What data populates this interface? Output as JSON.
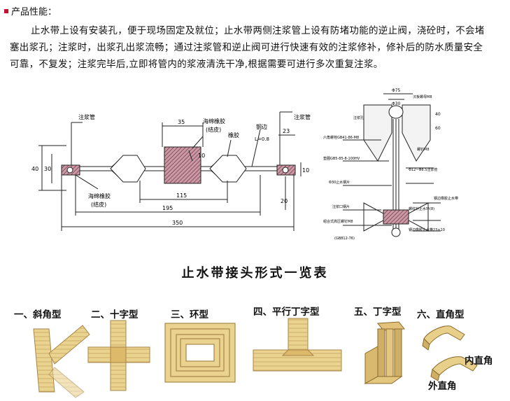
{
  "header": {
    "label": "产品性能："
  },
  "description": "止水带上设有安装孔，便于现场固定及就位；止水带两侧注浆管上设有防堵功能的逆止阀，浇砼时，不会堵塞出浆孔；注浆时，出浆孔出浆流畅；通过注浆管和逆止阀可进行快速有效的注浆修补，修补后的防水质量安全可靠，不复发；注浆完毕后,立即将管内的浆液清洗干净,根据需要可进行多次重复注浆。",
  "diagram_left": {
    "labels": {
      "grout_pipe_left": "注浆管",
      "grout_pipe_right": "注浆管",
      "sponge_rubber_top": "海绵橡胶",
      "sponge_rubber_top_sub": "(结皮)",
      "rubber": "橡胶",
      "steel_edge": "钢边",
      "steel_thickness": "L=0.8",
      "sponge_rubber_bottom": "海绵橡胶",
      "sponge_rubber_bottom_sub": "(结皮)"
    },
    "dims": {
      "d35": "35",
      "d23": "23",
      "d10": "10",
      "d40": "40",
      "d30": "30",
      "d10b": "10",
      "d20": "20",
      "d115": "115",
      "d195": "195",
      "d350": "350"
    }
  },
  "diagram_right": {
    "labels": {
      "l1": "Φ75",
      "l2": "Φ30",
      "l3": "沉板螺母M8",
      "l4": "注浆孔",
      "l5": "六角螺栓GB41-86-M8",
      "l6": "螺钉M8",
      "l7": "垫圈GB5-85-8-100HV",
      "l8": "Φ12~Φ8.5注浆管",
      "l9": "Φ30止水钢片",
      "l10": "钢边橡胶止水带",
      "l11": "注浆口钢片",
      "l12": "螺纹补止水环(8)",
      "l13": "组合式高压螺钉M8",
      "l14": "钢边橡胶止水带23×10",
      "l15": "(GB812-76)",
      "n40": "40",
      "n60": "60"
    }
  },
  "joint_title": "止水带接头形式一览表",
  "joints": [
    "一、斜角型",
    "二、十字型",
    "三、环型",
    "四、平行丁字型",
    "五、丁字型",
    "六、直角型"
  ],
  "corner_labels": {
    "inner": "内直角",
    "outer": "外直角"
  },
  "colors": {
    "accent_red": "#c8102e",
    "rubber_fill": "#8b4a5a",
    "wood": "#e8cf8a",
    "wood_dark": "#b8954a"
  }
}
